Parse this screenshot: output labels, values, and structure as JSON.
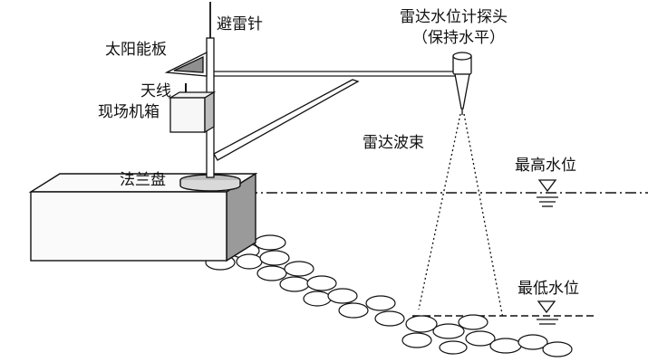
{
  "labels": {
    "lightning_rod": "避雷针",
    "radar_probe_line1": "雷达水位计探头",
    "radar_probe_line2": "（保持水平）",
    "solar_panel": "太阳能板",
    "antenna": "天线",
    "field_cabinet": "现场机箱",
    "radar_beam": "雷达波束",
    "flange_plate": "法兰盘",
    "highest_water_level": "最高水位",
    "lowest_water_level": "最低水位"
  },
  "colors": {
    "line": "#111111",
    "cabinet_front": "#f2f2f2",
    "cabinet_side": "#bdbdbd",
    "bank_side": "#9a9a9a",
    "background": "#ffffff"
  }
}
